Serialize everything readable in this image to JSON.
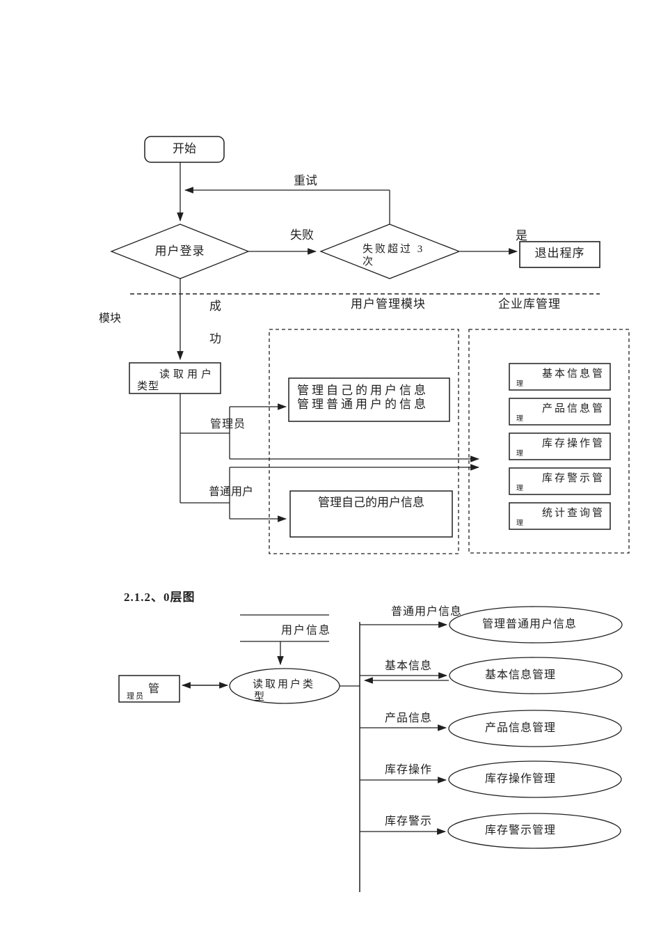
{
  "colors": {
    "ink": "#1f1f1f",
    "bg": "#ffffff"
  },
  "flow": {
    "start": "开始",
    "retry": "重试",
    "login": "用户登录",
    "fail": "失败",
    "fail3_l1": "失败超过 3",
    "fail3_l2": "次",
    "yes": "是",
    "exit": "退出程序",
    "success_c": "成",
    "success_g": "功",
    "module": "模块",
    "lane_user": "用户管理模块",
    "lane_ent": "企业库管理",
    "read_l1": "读取用户",
    "read_l2": "类型",
    "admin": "管理员",
    "normal": "普通用户",
    "box1_l1": "管理自己的用户信息",
    "box1_l2": "管理普通用户的信息",
    "box2": "管理自己的用户信息",
    "modules": [
      {
        "main": "基本信息管",
        "tail": "理"
      },
      {
        "main": "产品信息管",
        "tail": "理"
      },
      {
        "main": "库存操作管",
        "tail": "理"
      },
      {
        "main": "库存警示管",
        "tail": "理"
      },
      {
        "main": "统计查询管",
        "tail": "理"
      }
    ]
  },
  "section": {
    "title": "2.1.2、0层图"
  },
  "dfd": {
    "store": "用户信息",
    "proc_l1": "读取用户类",
    "proc_l2": "型",
    "admin_l1": "管",
    "admin_l2": "理员",
    "branches": [
      {
        "label": "普通用户信息",
        "process": "管理普通用户信息"
      },
      {
        "label": "基本信息",
        "process": "基本信息管理"
      },
      {
        "label": "产品信息",
        "process": "产品信息管理"
      },
      {
        "label": "库存操作",
        "process": "库存操作管理"
      },
      {
        "label": "库存警示",
        "process": "库存警示管理"
      }
    ]
  }
}
